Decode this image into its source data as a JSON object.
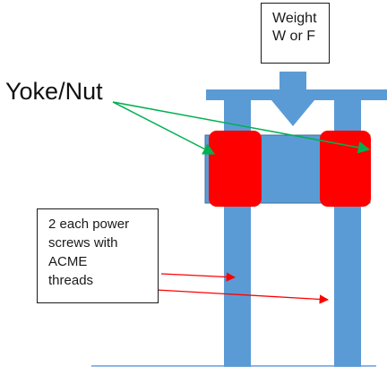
{
  "labels": {
    "weight_line1": "Weight",
    "weight_line2": "W or F",
    "yoke_nut": "Yoke/Nut",
    "screws_line1": "2 each power",
    "screws_line2": "screws with",
    "screws_line3": "ACME",
    "screws_line4": "threads"
  },
  "colors": {
    "structure_blue": "#5b9bd5",
    "nut_red": "#ff0000",
    "pointer_green": "#00b050",
    "pointer_red": "#ff0000",
    "ground_line": "#8eb4e3"
  }
}
